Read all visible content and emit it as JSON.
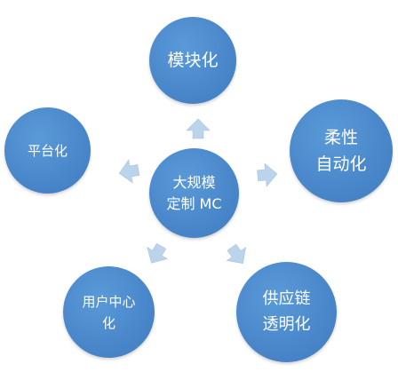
{
  "diagram": {
    "center": "大规模\n定制 MC",
    "nodes": {
      "top": "模块化",
      "left": "平台化",
      "right": "柔性\n自动化",
      "bottom_left": "用户中心\n化",
      "bottom_right": "供应链\n透明化"
    }
  },
  "colors": {
    "circle_fill": "#4a88cb",
    "arrow_fill": "#bcd3ec",
    "text": "#ffffff"
  },
  "icons": [
    "up-arrow-icon",
    "left-arrow-icon",
    "right-arrow-icon",
    "down-left-arrow-icon",
    "down-right-arrow-icon"
  ]
}
